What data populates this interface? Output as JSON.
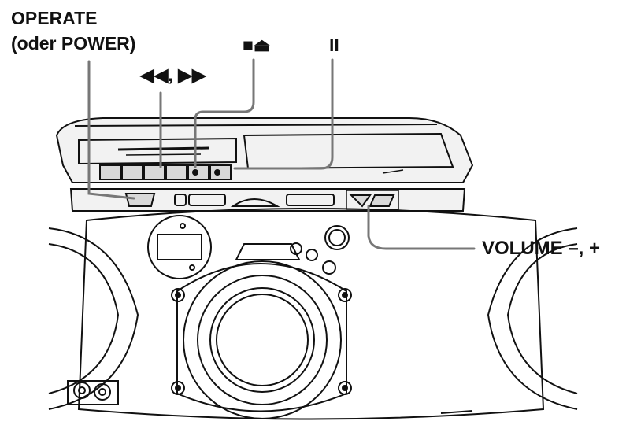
{
  "labels": {
    "operate": "OPERATE",
    "operate_alt": "(oder POWER)",
    "rewind_ff": "◀◀, ▶▶",
    "stop_eject": "■⏏",
    "pause": "II",
    "volume": "VOLUME –, +"
  },
  "colors": {
    "ink": "#111111",
    "callout_line": "#777777",
    "panel_fill": "#d9d9d9",
    "body_fill": "#f2f2f2"
  }
}
